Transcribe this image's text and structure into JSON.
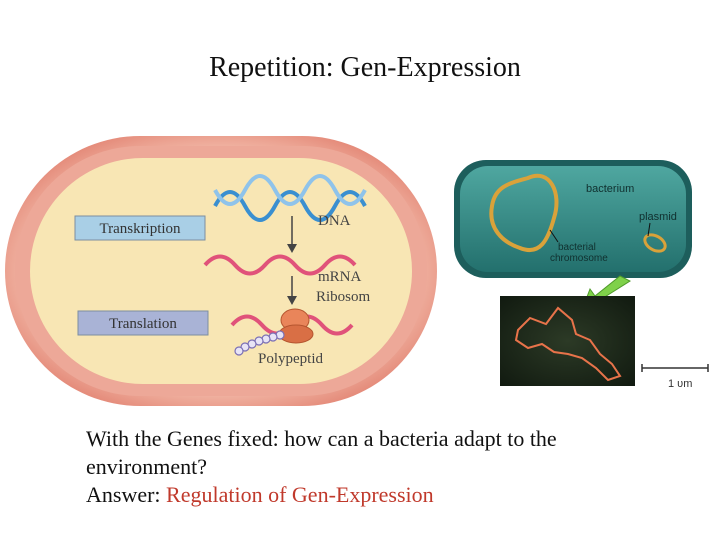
{
  "slide": {
    "title": "Repetition: Gen-Expression"
  },
  "cell_diagram": {
    "box_transcription": "Transkription",
    "box_translation": "Translation",
    "label_dna": "DNA",
    "label_mrna": "mRNA",
    "label_ribosome": "Ribosom",
    "label_polypeptide": "Polypeptid"
  },
  "bacterium_figure": {
    "label_bacterium": "bacterium",
    "label_plasmid": "plasmid",
    "label_chromosome_line1": "bacterial",
    "label_chromosome_line2": "chromosome",
    "scale_label": "1 υm"
  },
  "caption": {
    "line1": "With the Genes fixed: how can a bacteria adapt to the",
    "line2": "environment?",
    "answer_prefix": "Answer: ",
    "answer_highlight": "Regulation of Gen-Expression"
  },
  "colors": {
    "answer_highlight": "#c0392b",
    "cell_wall": "#e9a394",
    "cytoplasm": "#f8e6b4",
    "box_fill": "#a9cfe6"
  }
}
